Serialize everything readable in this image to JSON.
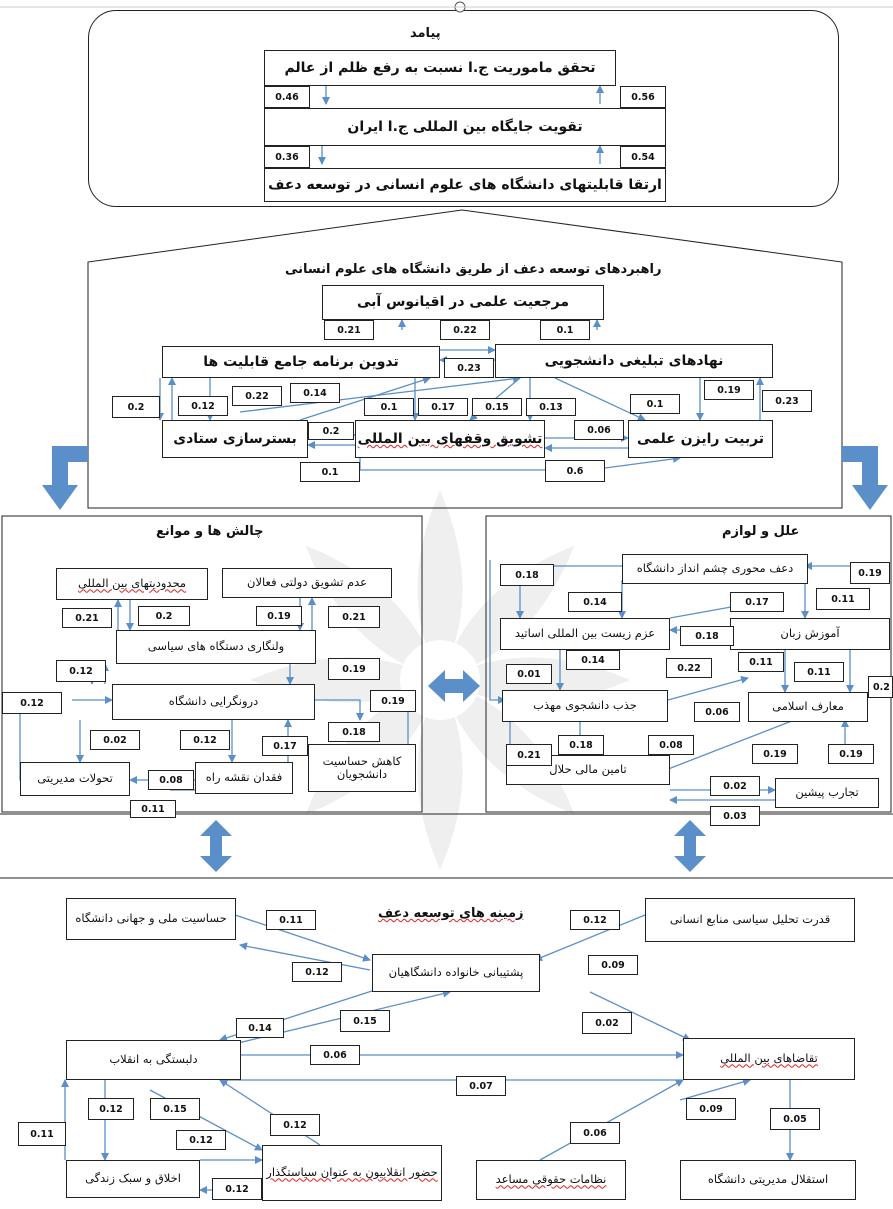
{
  "sections": {
    "payamad": {
      "title": "پیامد",
      "rows": [
        "تحقق ماموریت ج.ا نسبت به رفع ظلم از عالم",
        "تقویت جایگاه بین المللی ج.ا ایران",
        "ارتقا قابلیتهای دانشگاه های علوم انسانی در توسعه دعف"
      ],
      "values": [
        "0.46",
        "0.56",
        "0.36",
        "0.54"
      ]
    },
    "strategies": {
      "title": "راهبردهای توسعه دعف از طریق دانشگاه های علوم انسانی",
      "nodes": {
        "marjaiyat": "مرجعیت علمی در اقیانوس آبی",
        "tadvin": "تدوین برنامه جامع قابلیت ها",
        "nahadha": "نهادهای تبلیغی دانشجویی",
        "bastar": "بسترسازی ستادی",
        "tashvigh": "تشویق وقفهای بین المللی",
        "tarbiat": "تربیت رایزن علمی"
      },
      "values": [
        "0.21",
        "0.22",
        "0.1",
        "0.23",
        "0.2",
        "0.12",
        "0.22",
        "0.14",
        "0.1",
        "0.17",
        "0.15",
        "0.13",
        "0.1",
        "0.19",
        "0.23",
        "0.2",
        "0.06",
        "0.1",
        "0.6"
      ]
    },
    "challenges": {
      "title": "چالش ها و موانع",
      "nodes": {
        "mahdudiat": "محدودیتهای بین المللی",
        "adam": "عدم تشویق دولتی فعالان",
        "velengari": "ولنگاری دستگاه های سیاسی",
        "darunmarzi": "درونگرایی دانشگاه",
        "tahavolat": "تحولات مدیریتی",
        "feghdan": "فقدان نقشه راه",
        "kahesh": "کاهش حساسیت دانشجویان"
      },
      "values": [
        "0.21",
        "0.2",
        "0.19",
        "0.21",
        "0.12",
        "0.19",
        "0.12",
        "0.19",
        "0.02",
        "0.12",
        "0.17",
        "0.18",
        "0.08",
        "0.11"
      ]
    },
    "causes": {
      "title": "علل و لوازم",
      "nodes": {
        "daf": "دعف محوری چشم انداز دانشگاه",
        "azm": "عزم زیست بین المللی اساتید",
        "amuzesh": "آموزش زبان",
        "jazb": "جذب دانشجوی مهذب",
        "maaref": "معارف اسلامی",
        "tamin": "تامین مالی حلال",
        "tajarob": "تجارب پیشین"
      },
      "values": [
        "0.18",
        "0.19",
        "0.14",
        "0.17",
        "0.11",
        "0.18",
        "0.14",
        "0.01",
        "0.22",
        "0.11",
        "0.11",
        "0.2",
        "0.06",
        "0.21",
        "0.18",
        "0.08",
        "0.19",
        "0.19",
        "0.02",
        "0.03"
      ]
    },
    "context": {
      "title": "زمینه های توسعه دعف",
      "nodes": {
        "hasasiat": "حساسیت ملی و جهانی دانشگاه",
        "ghodrat": "قدرت تحلیل سیاسی منابع انسانی",
        "poshtibani": "پشتیبانی خانواده دانشگاهیان",
        "delbastegi": "دلبستگی به انقلاب",
        "taghaza": "تقاضاهای بین المللی",
        "akhlagh": "اخلاق و سبک زندگی",
        "hozur": "حضور انقلابیون به عنوان سیاستگذار",
        "nezamat": "نظامات حقوقی مساعد",
        "esteghlal": "استقلال مدیریتی دانشگاه"
      },
      "values": [
        "0.11",
        "0.12",
        "0.12",
        "0.09",
        "0.14",
        "0.15",
        "0.02",
        "0.06",
        "0.07",
        "0.12",
        "0.15",
        "0.11",
        "0.12",
        "0.12",
        "0.12",
        "0.09",
        "0.06",
        "0.05"
      ]
    }
  },
  "colors": {
    "arrow": "#5b8fc9",
    "border": "#222222",
    "text": "#111111"
  }
}
